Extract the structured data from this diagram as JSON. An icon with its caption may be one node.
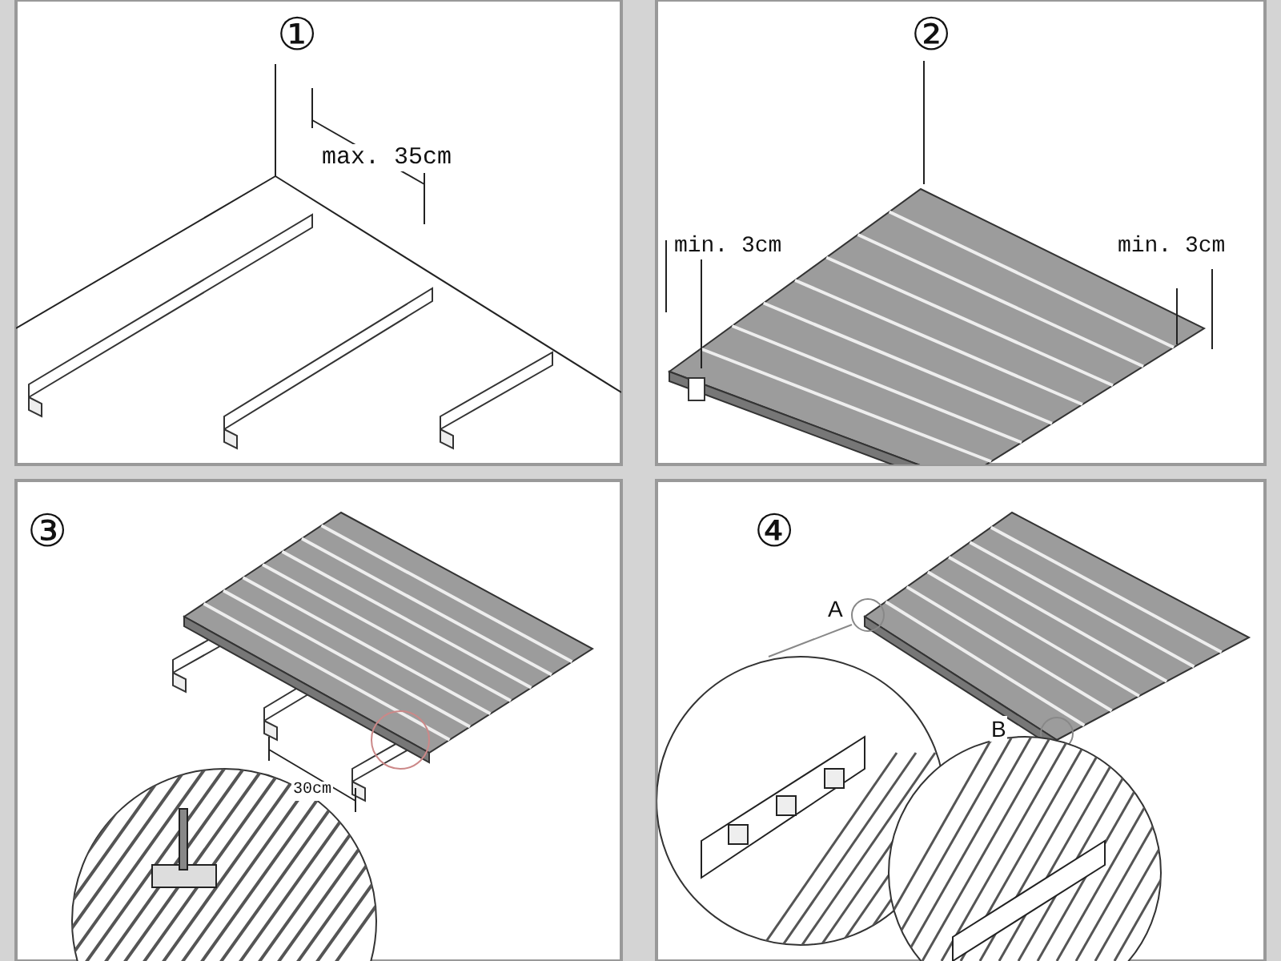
{
  "diagram": {
    "labels": [
      "①",
      "max. 35cm",
      "②",
      "min. 3cm",
      "min. 3cm",
      "③",
      "30cm",
      "④",
      "A",
      "B"
    ]
  }
}
